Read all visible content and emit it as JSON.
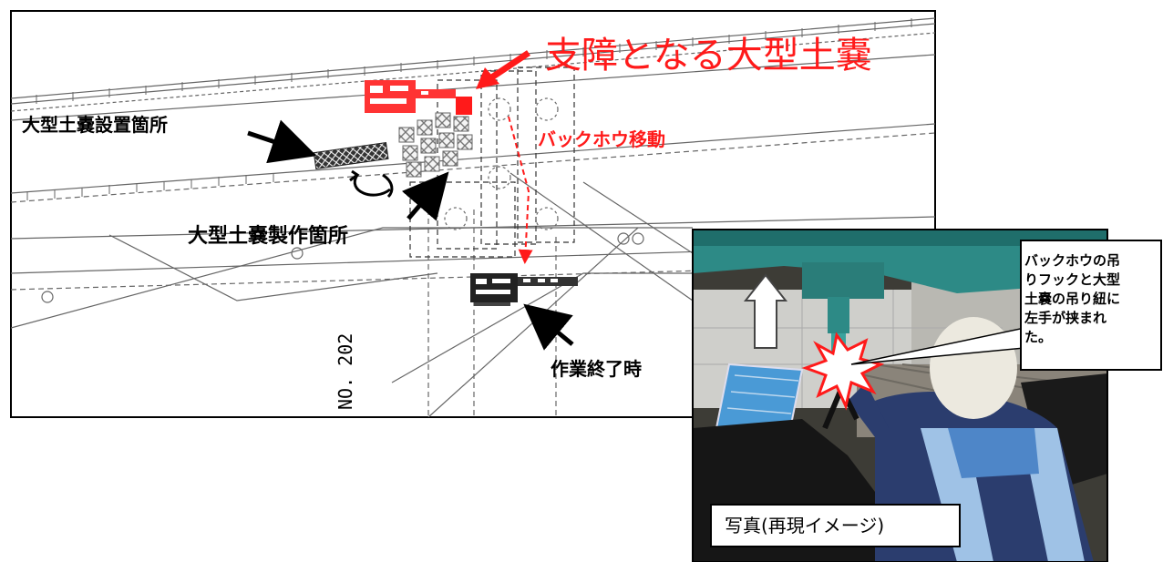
{
  "labels": {
    "obstacle_bag": "支障となる大型土嚢",
    "install_location": "大型土嚢設置箇所",
    "backhoe_move": "バックホウ移動",
    "make_location": "大型土嚢製作箇所",
    "end_of_work": "作業終了時",
    "station_no": "NO. 202"
  },
  "photo": {
    "callout": "バックホウの吊\nりフックと大型\n土嚢の吊り紐に\n左手が挟まれ\nた。",
    "caption": "写真(再現イメージ)"
  },
  "colors": {
    "accent_red": "#ff1a1a",
    "plan_line": "#555555",
    "vest_blue": "#4e86c8",
    "machine_teal": "#2d8a86"
  }
}
